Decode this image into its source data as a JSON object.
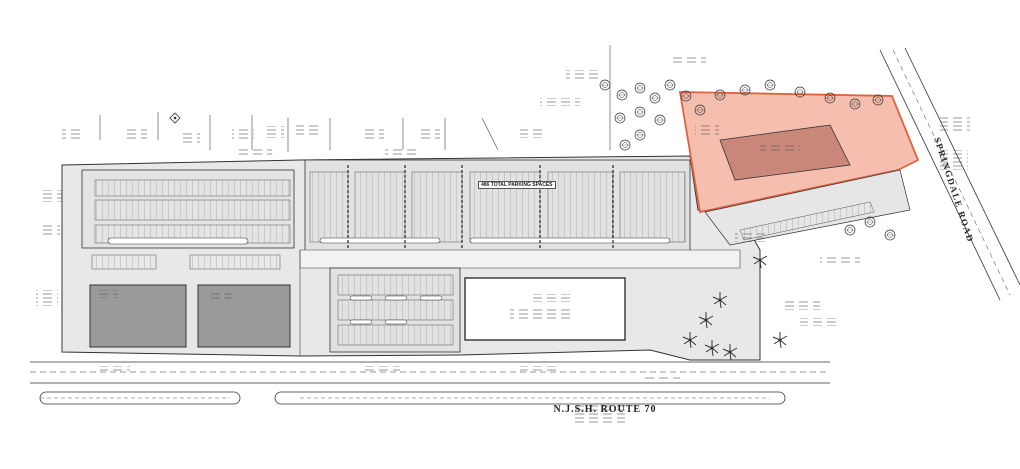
{
  "roads": {
    "bottom": "N.J.S.H. ROUTE 70",
    "right": "SPRINGDALE ROAD"
  },
  "parking": {
    "summary": "486 TOTAL PARKING SPACES"
  },
  "colors": {
    "highlight_fill": "#f4b3a1",
    "highlight_stroke": "#e0633f",
    "building_dark": "#9a9a9a",
    "paving": "#e4e4e4",
    "linework": "#333333"
  },
  "icons": {
    "north-arrow": "diamond-icon",
    "trees": "tree-icon"
  }
}
